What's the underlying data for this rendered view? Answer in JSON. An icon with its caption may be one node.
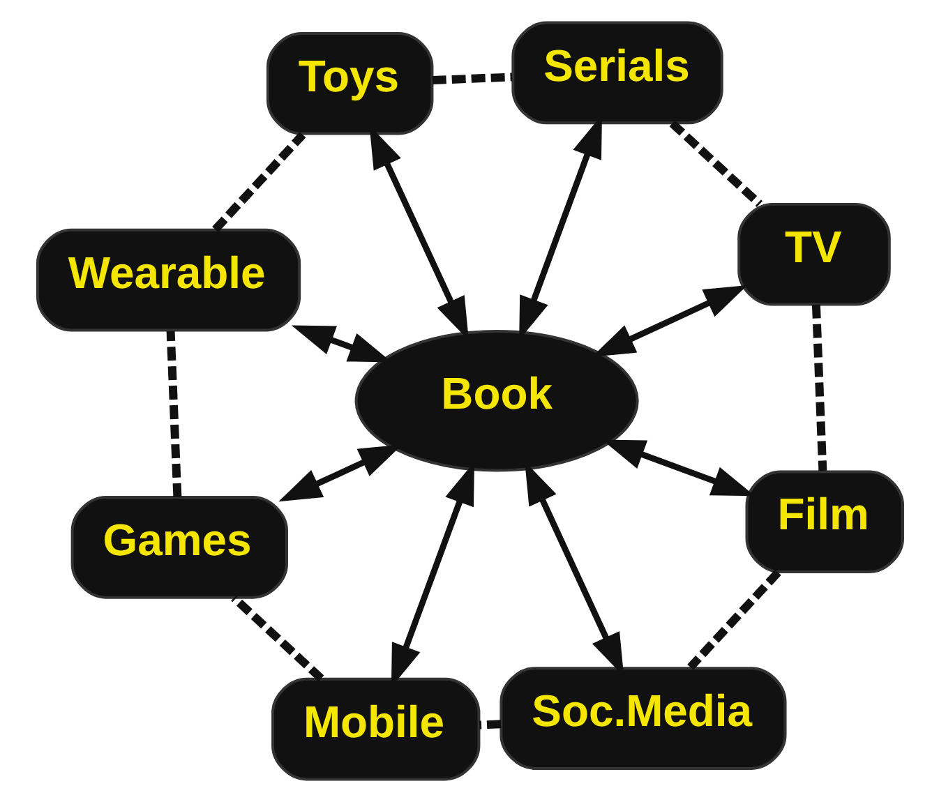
{
  "diagram": {
    "nodes": [
      {
        "text": [
          "Book"
        ]
      },
      {
        "text": [
          "TV"
        ]
      },
      {
        "text": [
          "Film"
        ]
      },
      {
        "text": [
          "Serials"
        ]
      },
      {
        "text": [
          "Soc.Media"
        ]
      },
      {
        "text": [
          "Toys"
        ]
      },
      {
        "text": [
          "Mobile"
        ]
      },
      {
        "text": [
          "Wearable"
        ]
      },
      {
        "text": [
          "Games"
        ]
      }
    ],
    "edges": [
      {
        "from": 1,
        "to": 0,
        "arrow": "both"
      },
      {
        "from": 2,
        "to": 0,
        "arrow": "both"
      },
      {
        "from": 3,
        "to": 0,
        "arrow": "both"
      },
      {
        "from": 4,
        "to": 0,
        "arrow": "both"
      },
      {
        "from": 5,
        "to": 0,
        "arrow": "both"
      },
      {
        "from": 6,
        "to": 0,
        "arrow": "both"
      },
      {
        "from": 7,
        "to": 0,
        "arrow": "both"
      },
      {
        "from": 8,
        "to": 0,
        "arrow": "both"
      },
      {
        "from": 1,
        "to": 2,
        "arrow": "none",
        "style": "dashed"
      },
      {
        "from": 2,
        "to": 4,
        "arrow": "none",
        "style": "dashed"
      },
      {
        "from": 4,
        "to": 6,
        "arrow": "none",
        "style": "dashed"
      },
      {
        "from": 6,
        "to": 8,
        "arrow": "none",
        "style": "dashed"
      },
      {
        "from": 8,
        "to": 7,
        "arrow": "none",
        "style": "dashed"
      },
      {
        "from": 7,
        "to": 5,
        "arrow": "none",
        "style": "dashed"
      },
      {
        "from": 5,
        "to": 3,
        "arrow": "none",
        "style": "dashed"
      },
      {
        "from": 3,
        "to": 1,
        "arrow": "none",
        "style": "dashed"
      }
    ]
  }
}
